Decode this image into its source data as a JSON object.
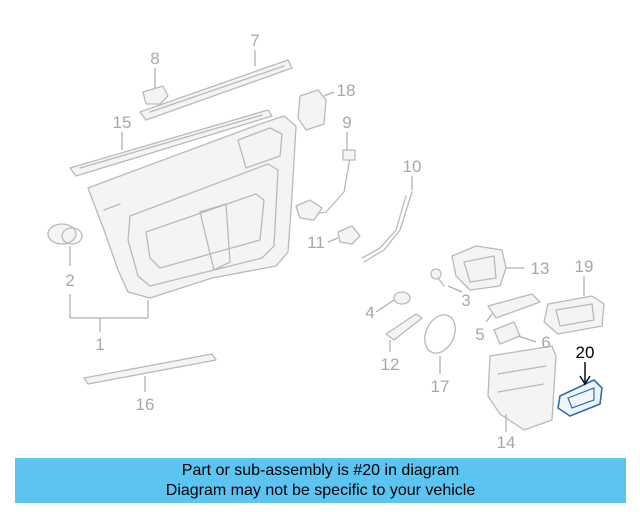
{
  "diagram": {
    "callouts": [
      "1",
      "2",
      "3",
      "4",
      "5",
      "6",
      "7",
      "8",
      "9",
      "10",
      "11",
      "12",
      "13",
      "14",
      "15",
      "16",
      "17",
      "18",
      "19",
      "20"
    ],
    "highlighted_part": "20",
    "colors": {
      "line_art": "#b9b9b9",
      "label": "#a8a8a8",
      "highlight_label": "#000000",
      "highlight_part": "#2e6fa8",
      "banner": "#5bc4f1"
    }
  },
  "banner": {
    "line1": "Part or sub-assembly is #20 in diagram",
    "line2": "Diagram may not be specific to your vehicle"
  }
}
